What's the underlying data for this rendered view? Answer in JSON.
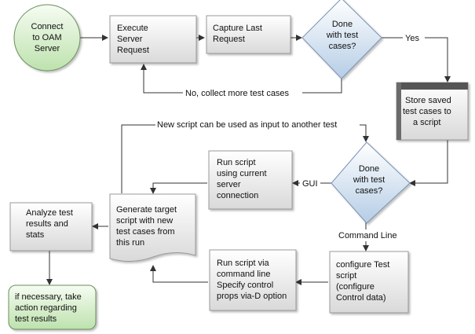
{
  "nodes": {
    "connect": [
      "Connect",
      "to OAM",
      "Server"
    ],
    "execute": [
      "Execute",
      "Server",
      "Request"
    ],
    "capture": [
      "Capture Last",
      "Request"
    ],
    "done1": [
      "Done",
      "with test",
      "cases?"
    ],
    "store": [
      "Store saved",
      "test cases to",
      "a script"
    ],
    "done2": [
      "Done",
      "with test",
      "cases?"
    ],
    "run_gui": [
      "Run script",
      "using current",
      "server",
      "connection"
    ],
    "generate": [
      "Generate target",
      "script with new",
      "test cases from",
      "this run"
    ],
    "analyze": [
      "Analyze test",
      "results and",
      "stats"
    ],
    "action": [
      "if necessary, take",
      "action regarding",
      "test results"
    ],
    "run_cmd": [
      "Run script via",
      "command line",
      "Specify control",
      "props via-D option"
    ],
    "configure": [
      "configure Test",
      "script",
      "(configure",
      "Control data)"
    ]
  },
  "edge_labels": {
    "yes": "Yes",
    "no_collect": "No, collect more test cases",
    "new_script": "New script can be used as input to another test",
    "gui": "GUI",
    "command_line": "Command Line"
  },
  "colors": {
    "box_top": "#ffffff",
    "box_bottom": "#dcdcdc",
    "green_top": "#f4fbef",
    "green_bottom": "#bfe3b0",
    "diamond_top": "#ffffff",
    "diamond_bottom": "#b9cfe6",
    "line": "#333333",
    "store_header": "#555555"
  }
}
